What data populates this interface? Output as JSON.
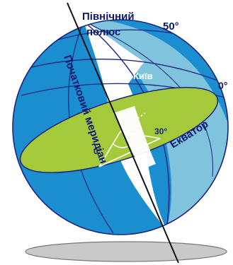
{
  "labels": {
    "north_pole_line1": "Північний",
    "north_pole_line2": "полюс",
    "lat_50": "50°",
    "lat_0": "0°",
    "kyiv": "Київ",
    "equator": "Екватор",
    "prime_meridian": "Початковий меридіан",
    "angle_30": "30°",
    "angle_0": "0°"
  },
  "colors": {
    "ocean_light": "#7fc4dc",
    "ocean_mid": "#2ba3d6",
    "ocean_dark": "#1b8ed0",
    "equator_plane": "#a4c93a",
    "outline": "#1a237e",
    "axis": "#111111",
    "base": "#bdbdbd",
    "label_text": "#0d1a6e"
  },
  "icons": {
    "globe": "globe-icon",
    "axis": "earth-axis-icon"
  }
}
